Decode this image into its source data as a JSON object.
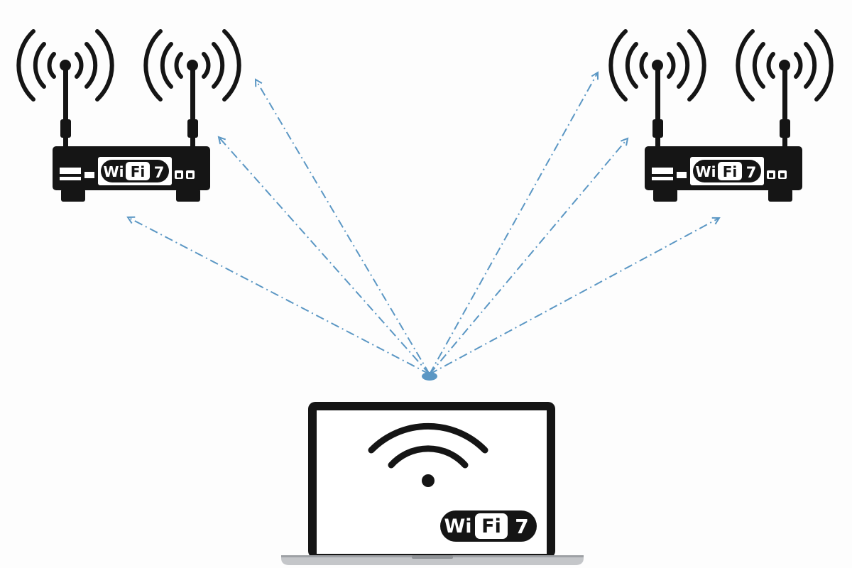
{
  "diagram": {
    "title": "",
    "colors": {
      "background": "#fdfdfd",
      "device": "#151515",
      "link": "#5b97c4",
      "screen": "#ffffff",
      "laptop_base": "#c4c6c9"
    },
    "nodes": [
      {
        "id": "router-left",
        "kind": "router",
        "icon": "wifi-router-icon",
        "badge": {
          "wi": "Wi",
          "fi": "Fi",
          "gen": "7"
        }
      },
      {
        "id": "router-right",
        "kind": "router",
        "icon": "wifi-router-icon",
        "badge": {
          "wi": "Wi",
          "fi": "Fi",
          "gen": "7"
        }
      },
      {
        "id": "laptop",
        "kind": "client",
        "icon": "laptop-icon",
        "screen_icon": "wifi-signal-icon",
        "badge": {
          "wi": "Wi",
          "fi": "Fi",
          "gen": "7"
        }
      }
    ],
    "links": [
      {
        "from": "laptop",
        "to": "router-left",
        "style": "dash-dot",
        "arrow": "end"
      },
      {
        "from": "laptop",
        "to": "router-left",
        "style": "dash-dot",
        "arrow": "end"
      },
      {
        "from": "laptop",
        "to": "router-left",
        "style": "dash-dot",
        "arrow": "end"
      },
      {
        "from": "laptop",
        "to": "router-right",
        "style": "dash-dot",
        "arrow": "end"
      },
      {
        "from": "laptop",
        "to": "router-right",
        "style": "dash-dot",
        "arrow": "end"
      },
      {
        "from": "laptop",
        "to": "router-right",
        "style": "dash-dot",
        "arrow": "end"
      }
    ]
  }
}
